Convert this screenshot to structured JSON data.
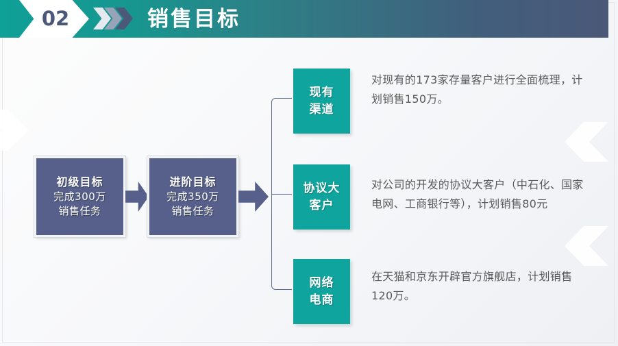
{
  "header": {
    "number": "02",
    "title": "销售目标",
    "chevron_icons": [
      "chevron-light",
      "chevron-mid",
      "chevron-dark"
    ],
    "colors": {
      "gradient_start": "#0FA098",
      "gradient_end": "#4B5878",
      "number_color": "#4B5878",
      "title_color": "#ffffff"
    }
  },
  "flow": {
    "stages": [
      {
        "title": "初级目标",
        "line2": "完成300万",
        "line3": "销售任务"
      },
      {
        "title": "进阶目标",
        "line2": "完成350万",
        "line3": "销售任务"
      }
    ],
    "arrows": [
      "arrow-right-1",
      "arrow-right-2"
    ],
    "stage_color": "#56608A"
  },
  "categories": [
    {
      "label_line1": "现有",
      "label_line2": "渠道",
      "description": "对现有的173家存量客户进行全面梳理，计划销售150万。"
    },
    {
      "label_line1": "协议大",
      "label_line2": "客户",
      "description": "对公司的开发的协议大客户（中石化、国家电网、工商银行等），计划销售80元"
    },
    {
      "label_line1": "网络",
      "label_line2": "电商",
      "description": "在天猫和京东开辟官方旗舰店，计划销售120万。"
    }
  ],
  "colors": {
    "teal": "#0FA49D",
    "slate": "#56608A",
    "description_text": "#595959",
    "connector": "#5b6b96"
  }
}
